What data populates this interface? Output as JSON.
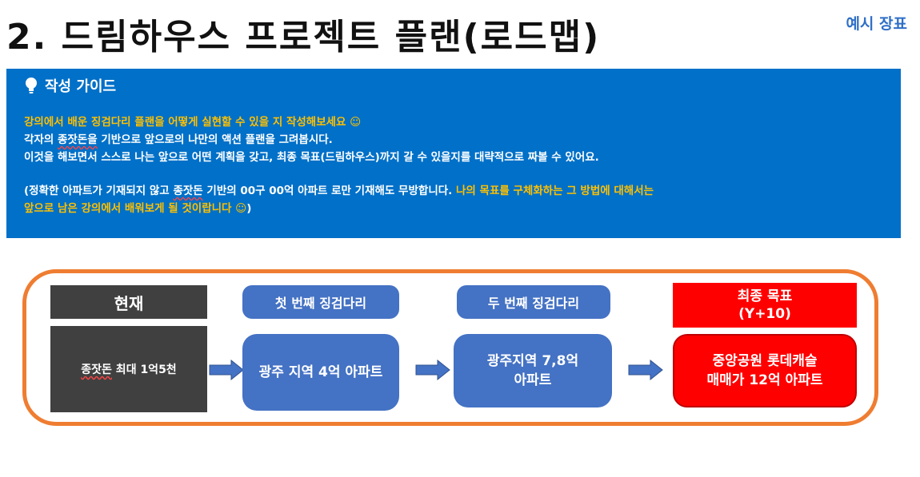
{
  "header": {
    "title": "2. 드림하우스 프로젝트 플랜(로드맵)",
    "badge": "예시 장표"
  },
  "guide": {
    "heading": "작성 가이드",
    "line1": "강의에서 배운 징검다리 플랜을 어떻게 실현할 수 있을 지 작성해보세요 ☺",
    "line2_pre": "각자의 ",
    "line2_ul": "종잣돈을",
    "line2_post": " 기반으로 앞으로의 나만의 액션 플랜을 그려봅시다.",
    "line3": "이것을 해보면서 스스로 나는 앞으로 어떤 계획을 갖고, 최종 목표(드림하우스)까지 갈 수 있을지를 대략적으로 짜볼 수 있어요.",
    "line4_white_pre": "(정확한 아파트가 기재되지 않고 ",
    "line4_ul": "종잣돈",
    "line4_white_post": " 기반의 00구 00억 아파트 로만 기재해도 무방합니다.",
    "line4_yellow": " 나의 목표를 구체화하는 그 방법에 대해서는",
    "line5_yellow": "앞으로 남은 강의에서 배워보게 될 것이랍니다 ☺",
    "line5_white": ")"
  },
  "roadmap": {
    "current_header": "현재",
    "current_ul": "종잣돈",
    "current_body": " 최대 1억5천",
    "step1_header": "첫 번째 징검다리",
    "step1_body": "광주 지역 4억 아파트",
    "step2_header": "두 번째 징검다리",
    "step2_body_l1": "광주지역 7,8억",
    "step2_body_l2": "아파트",
    "goal_header_l1": "최종 목표",
    "goal_header_l2": "(Y+10)",
    "goal_body_l1": "중앙공원 롯데캐슬",
    "goal_body_l2": "매매가 12억 아파트"
  },
  "colors": {
    "guide_bg": "#0070C8",
    "highlight": "#FFC000",
    "frame": "#EF7D31",
    "step_blue": "#4472C4",
    "goal_red": "#FF0000",
    "current_dark": "#404040"
  },
  "icons": {
    "guide_icon": "lightbulb-icon",
    "arrow_icon": "arrow-right-icon"
  }
}
